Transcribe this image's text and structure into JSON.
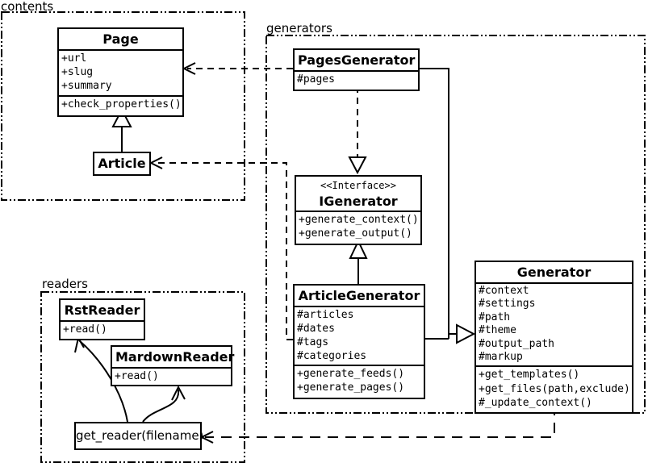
{
  "colors": {
    "stroke": "#000000",
    "background": "#ffffff"
  },
  "packages": {
    "contents": {
      "label": "contents"
    },
    "generators": {
      "label": "generators"
    },
    "readers": {
      "label": "readers"
    }
  },
  "classes": {
    "page": {
      "title": "Page",
      "attributes": [
        "+url",
        "+slug",
        "+summary"
      ],
      "methods": [
        "+check_properties()"
      ]
    },
    "article": {
      "title": "Article"
    },
    "pages_generator": {
      "title": "PagesGenerator",
      "attributes": [
        "#pages"
      ]
    },
    "igenerator": {
      "stereotype": "<<Interface>>",
      "title": "IGenerator",
      "methods": [
        "+generate_context()",
        "+generate_output()"
      ]
    },
    "article_generator": {
      "title": "ArticleGenerator",
      "attributes": [
        "#articles",
        "#dates",
        "#tags",
        "#categories"
      ],
      "methods": [
        "+generate_feeds()",
        "+generate_pages()"
      ]
    },
    "generator": {
      "title": "Generator",
      "attributes": [
        "#context",
        "#settings",
        "#path",
        "#theme",
        "#output_path",
        "#markup"
      ],
      "methods": [
        "+get_templates()",
        "+get_files(path,exclude)",
        "#_update_context()"
      ]
    },
    "rst_reader": {
      "title": "RstReader",
      "methods": [
        "+read()"
      ]
    },
    "mardown_reader": {
      "title": "MardownReader",
      "methods": [
        "+read()"
      ]
    },
    "get_reader": {
      "label": "get_reader(filename)"
    }
  },
  "relationships": [
    {
      "from": "Article",
      "to": "Page",
      "type": "generalization"
    },
    {
      "from": "PagesGenerator",
      "to": "Page",
      "type": "dependency"
    },
    {
      "from": "ArticleGenerator",
      "to": "Article",
      "type": "dependency"
    },
    {
      "from": "PagesGenerator",
      "to": "IGenerator",
      "type": "realization"
    },
    {
      "from": "ArticleGenerator",
      "to": "IGenerator",
      "type": "generalization"
    },
    {
      "from": "PagesGenerator",
      "to": "Generator",
      "type": "generalization"
    },
    {
      "from": "ArticleGenerator",
      "to": "Generator",
      "type": "generalization"
    },
    {
      "from": "generators",
      "to": "get_reader(filename)",
      "type": "dependency"
    },
    {
      "from": "get_reader(filename)",
      "to": "RstReader",
      "type": "association"
    },
    {
      "from": "get_reader(filename)",
      "to": "MardownReader",
      "type": "association"
    }
  ]
}
